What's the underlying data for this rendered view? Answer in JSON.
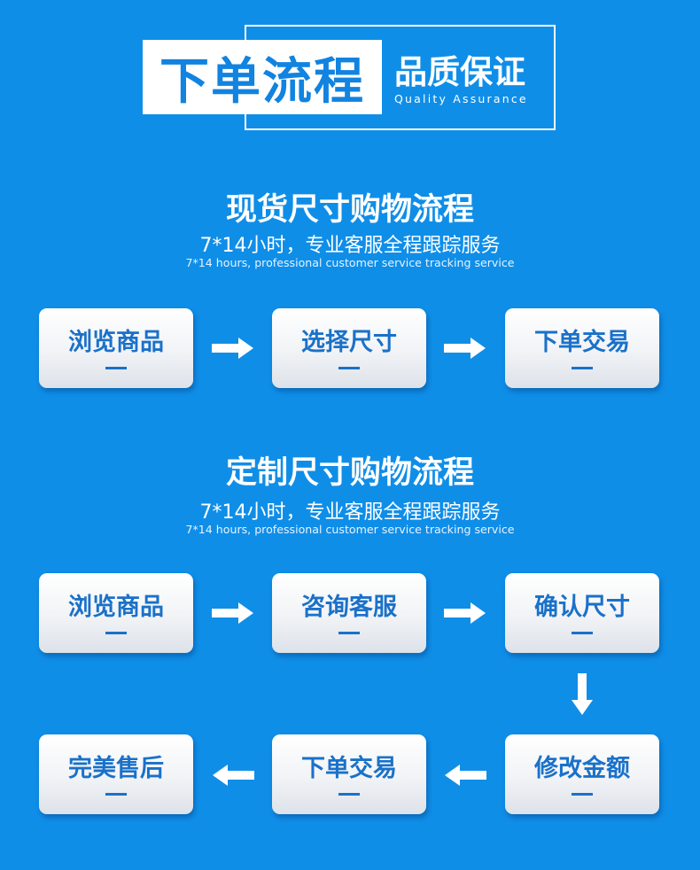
{
  "header": {
    "main_title": "下单流程",
    "quality_title": "品质保证",
    "quality_subtitle": "Quality Assurance"
  },
  "sections": [
    {
      "title": "现货尺寸购物流程",
      "subtitle": "7*14小时，专业客服全程跟踪服务",
      "subtitle_en": "7*14 hours, professional customer service tracking service",
      "steps": [
        "浏览商品",
        "选择尺寸",
        "下单交易"
      ]
    },
    {
      "title": "定制尺寸购物流程",
      "subtitle": "7*14小时，专业客服全程跟踪服务",
      "subtitle_en": "7*14 hours, professional customer service tracking service",
      "steps": [
        "浏览商品",
        "咨询客服",
        "确认尺寸",
        "修改金额",
        "下单交易",
        "完美售后"
      ]
    }
  ],
  "colors": {
    "background": "#0f8ee8",
    "accent": "#1183e0",
    "step_text": "#1a71c9",
    "card": "#ffffff"
  },
  "icons": {
    "flow_arrow": "arrow-icon"
  }
}
